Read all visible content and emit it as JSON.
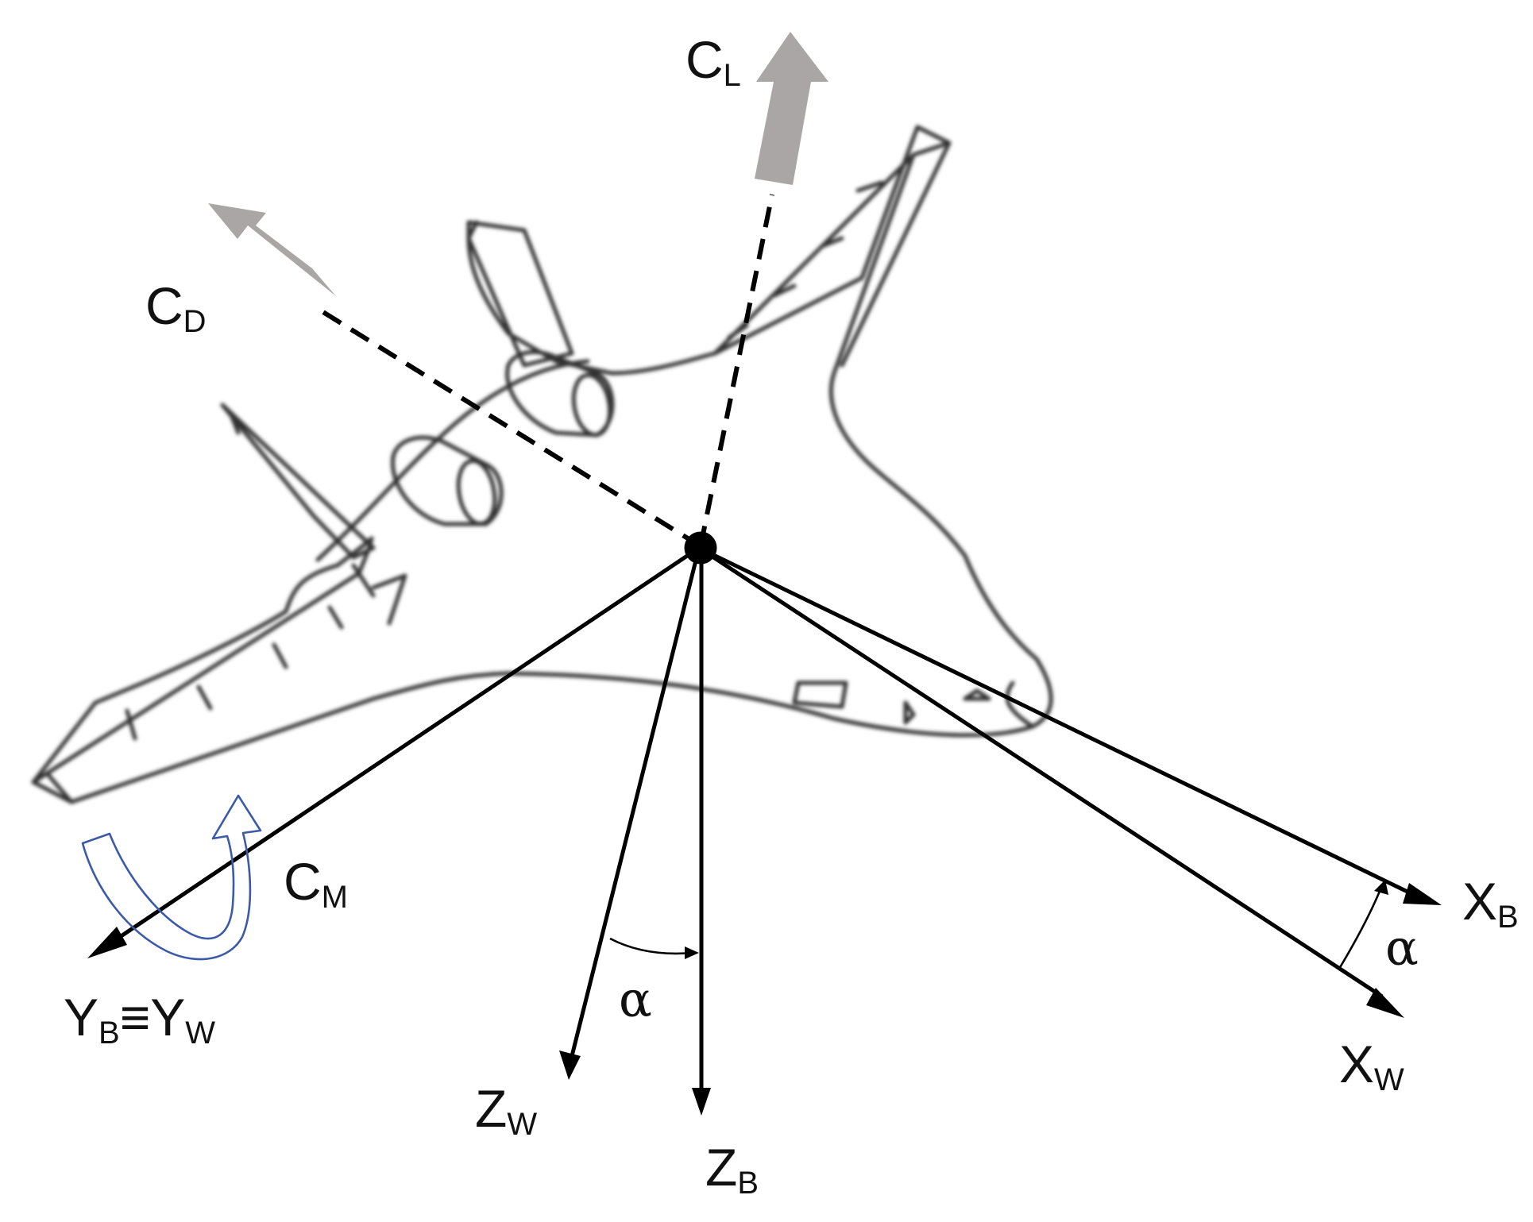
{
  "labels": {
    "cl": {
      "main": "C",
      "sub": "L"
    },
    "cd": {
      "main": "C",
      "sub": "D"
    },
    "cm": {
      "main": "C",
      "sub": "M"
    },
    "xb": {
      "main": "X",
      "sub": "B"
    },
    "xw": {
      "main": "X",
      "sub": "W"
    },
    "zw": {
      "main": "Z",
      "sub": "W"
    },
    "zb": {
      "main": "Z",
      "sub": "B"
    },
    "ybyw": {
      "main1": "Y",
      "sub1": "B",
      "equiv": "≡",
      "main2": "Y",
      "sub2": "W"
    },
    "alpha_z": "α",
    "alpha_x": "α"
  },
  "colors": {
    "axis": "#000000",
    "force_arrow": "#aaa6a5",
    "moment_arrow": "#3d5aa8",
    "aircraft_outline": "#333333"
  }
}
